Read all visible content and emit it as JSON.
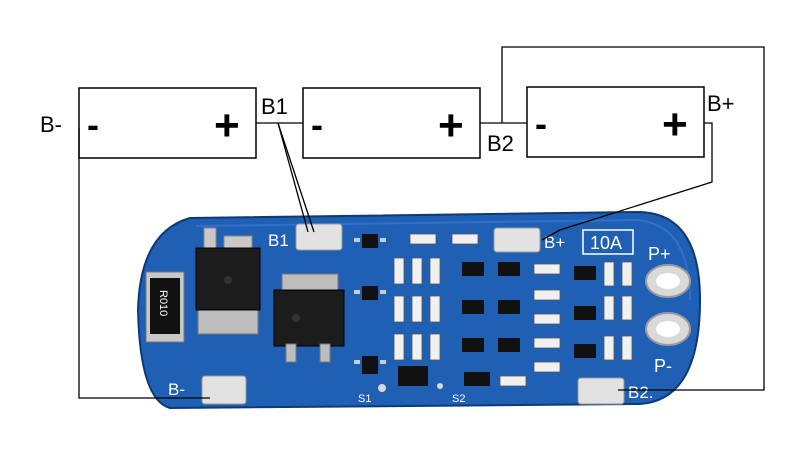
{
  "wiring": {
    "cells": [
      {
        "minus": "-",
        "plus": "+"
      },
      {
        "minus": "-",
        "plus": "+"
      },
      {
        "minus": "-",
        "plus": "+"
      }
    ],
    "labels": {
      "b_minus": "B-",
      "b1": "B1",
      "b2": "B2",
      "b_plus": "B+"
    }
  },
  "board": {
    "color": "#1f5fb4",
    "pad_b1": "B1",
    "pad_b_plus": "B+",
    "rating": "10A",
    "p_plus": "P+",
    "p_minus": "P-",
    "pad_b_minus": "B-",
    "pad_b2": "B2.",
    "resistor": "R010",
    "s1": "S1",
    "s2": "S2"
  }
}
